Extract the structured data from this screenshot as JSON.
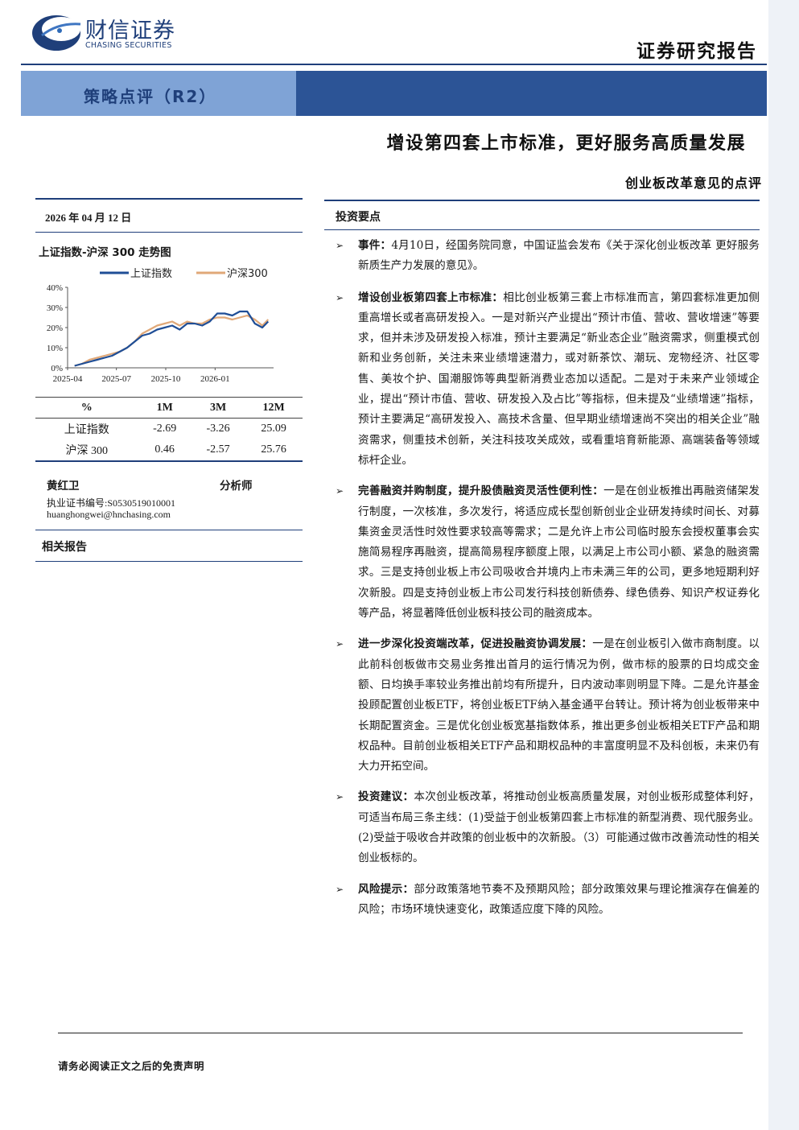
{
  "header": {
    "logo_name": "财信证券",
    "logo_en": "CHASING SECURITIES",
    "report_type": "证券研究报告",
    "category": "策略点评（R2）",
    "title": "增设第四套上市标准，更好服务高质量发展",
    "subtitle": "创业板改革意见的点评"
  },
  "sidebar": {
    "date": "2026 年 04 月 12 日",
    "chart_title": "上证指数-沪深 300 走势图",
    "performance": {
      "headers": [
        "%",
        "1M",
        "3M",
        "12M"
      ],
      "rows": [
        {
          "name": "上证指数",
          "m1": "-2.69",
          "m3": "-3.26",
          "m12": "25.09"
        },
        {
          "name": "沪深 300",
          "m1": "0.46",
          "m3": "-2.57",
          "m12": "25.76"
        }
      ]
    },
    "analyst": {
      "name": "黄红卫",
      "role": "分析师",
      "cert": "执业证书编号:S0530519010001",
      "email": "huanghongwei@hnchasing.com"
    },
    "related_reports": "相关报告"
  },
  "chart_data": {
    "type": "line",
    "title": "上证指数-沪深 300 走势图",
    "xlabel": "",
    "ylabel": "",
    "x_ticks": [
      "2025-04",
      "2025-07",
      "2025-10",
      "2026-01"
    ],
    "y_ticks": [
      "40%",
      "30%",
      "20%",
      "10%",
      "0%"
    ],
    "ylim": [
      0,
      40
    ],
    "legend_position": "top",
    "series": [
      {
        "name": "上证指数",
        "color": "#1f4e96",
        "x": [
          "2025-04-14",
          "2025-04-28",
          "2025-05-12",
          "2025-05-26",
          "2025-06-09",
          "2025-06-23",
          "2025-07-07",
          "2025-07-21",
          "2025-08-04",
          "2025-08-18",
          "2025-09-01",
          "2025-09-15",
          "2025-09-29",
          "2025-10-13",
          "2025-10-27",
          "2025-11-10",
          "2025-11-24",
          "2025-12-08",
          "2025-12-22",
          "2026-01-05",
          "2026-01-19",
          "2026-02-02",
          "2026-02-16",
          "2026-03-02",
          "2026-03-16",
          "2026-03-30",
          "2026-04-10"
        ],
        "values": [
          1,
          2,
          3,
          4,
          5,
          6,
          8,
          10,
          13,
          16,
          17,
          19,
          20,
          21,
          19,
          22,
          22,
          21,
          23,
          27,
          27,
          26,
          28,
          28,
          22,
          20,
          23
        ]
      },
      {
        "name": "沪深300",
        "color": "#e0a878",
        "x": [
          "2025-04-14",
          "2025-04-28",
          "2025-05-12",
          "2025-05-26",
          "2025-06-09",
          "2025-06-23",
          "2025-07-07",
          "2025-07-21",
          "2025-08-04",
          "2025-08-18",
          "2025-09-01",
          "2025-09-15",
          "2025-09-29",
          "2025-10-13",
          "2025-10-27",
          "2025-11-10",
          "2025-11-24",
          "2025-12-08",
          "2025-12-22",
          "2026-01-05",
          "2026-01-19",
          "2026-02-02",
          "2026-02-16",
          "2026-03-02",
          "2026-03-16",
          "2026-03-30",
          "2026-04-10"
        ],
        "values": [
          1,
          2,
          4,
          5,
          6,
          7,
          8,
          10,
          13,
          17,
          19,
          21,
          22,
          23,
          21,
          23,
          22,
          22,
          24,
          25,
          25,
          24,
          25,
          26,
          24,
          21,
          24
        ]
      }
    ]
  },
  "body": {
    "section_title": "投资要点",
    "bullets": [
      {
        "lead": "事件：",
        "text": "4月10日，经国务院同意，中国证监会发布《关于深化创业板改革 更好服务新质生产力发展的意见》。"
      },
      {
        "lead": "增设创业板第四套上市标准：",
        "text": "相比创业板第三套上市标准而言，第四套标准更加侧重高增长或者高研发投入。一是对新兴产业提出“预计市值、营收、营收增速”等要求，但并未涉及研发投入标准，预计主要满足“新业态企业”融资需求，侧重模式创新和业务创新，关注未来业绩增速潜力，或对新茶饮、潮玩、宠物经济、社区零售、美妆个护、国潮服饰等典型新消费业态加以适配。二是对于未来产业领域企业，提出“预计市值、营收、研发投入及占比”等指标，但未提及“业绩增速”指标，预计主要满足“高研发投入、高技术含量、但早期业绩增速尚不突出的相关企业”融资需求，侧重技术创新，关注科技攻关成效，或看重培育新能源、高端装备等领域标杆企业。"
      },
      {
        "lead": "完善融资并购制度，提升股债融资灵活性便利性：",
        "text": "一是在创业板推出再融资储架发行制度，一次核准，多次发行，将适应成长型创新创业企业研发持续时间长、对募集资金灵活性时效性要求较高等需求；二是允许上市公司临时股东会授权董事会实施简易程序再融资，提高简易程序额度上限，以满足上市公司小额、紧急的融资需求。三是支持创业板上市公司吸收合并境内上市未满三年的公司，更多地短期利好次新股。四是支持创业板上市公司发行科技创新债券、绿色债券、知识产权证券化等产品，将显著降低创业板科技公司的融资成本。"
      },
      {
        "lead": "进一步深化投资端改革，促进投融资协调发展：",
        "text": "一是在创业板引入做市商制度。以此前科创板做市交易业务推出首月的运行情况为例，做市标的股票的日均成交金额、日均换手率较业务推出前均有所提升，日内波动率则明显下降。二是允许基金投顾配置创业板ETF，将创业板ETF纳入基金通平台转让。预计将为创业板带来中长期配置资金。三是优化创业板宽基指数体系，推出更多创业板相关ETF产品和期权品种。目前创业板相关ETF产品和期权品种的丰富度明显不及科创板，未来仍有大力开拓空间。"
      },
      {
        "lead": "投资建议：",
        "text": "本次创业板改革，将推动创业板高质量发展，对创业板形成整体利好，可适当布局三条主线：(1)受益于创业板第四套上市标准的新型消费、现代服务业。(2)受益于吸收合并政策的创业板中的次新股。（3）可能通过做市改善流动性的相关创业板标的。"
      },
      {
        "lead": "风险提示：",
        "text": "部分政策落地节奏不及预期风险；部分政策效果与理论推演存在偏差的风险；市场环境快速变化，政策适应度下降的风险。"
      }
    ]
  },
  "footer": {
    "disclaimer": "请务必阅读正文之后的免责声明"
  }
}
